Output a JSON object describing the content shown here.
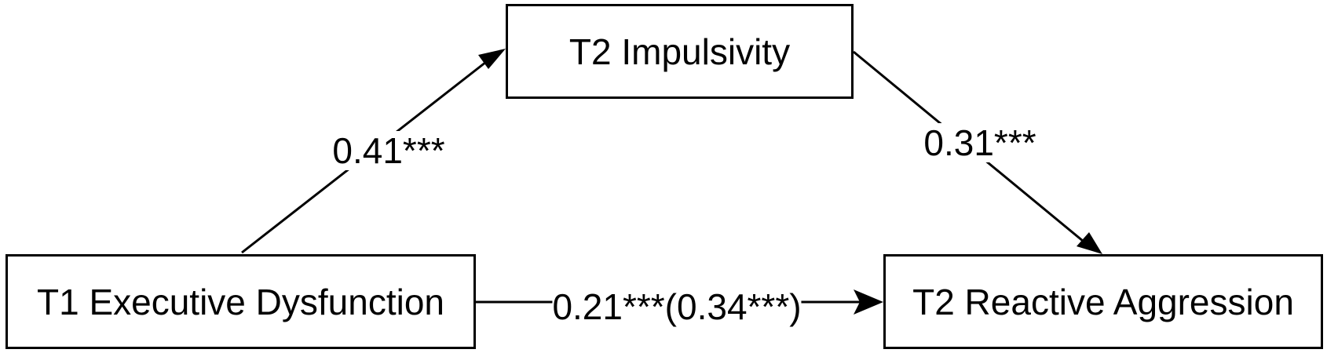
{
  "nodes": {
    "predictor": "T1 Executive Dysfunction",
    "mediator": "T2 Impulsivity",
    "outcome": "T2 Reactive Aggression"
  },
  "paths": {
    "a": "0.41***",
    "b": "0.31***",
    "c": "0.21***(0.34***)"
  },
  "colors": {
    "line": "#000000",
    "background": "#ffffff"
  }
}
